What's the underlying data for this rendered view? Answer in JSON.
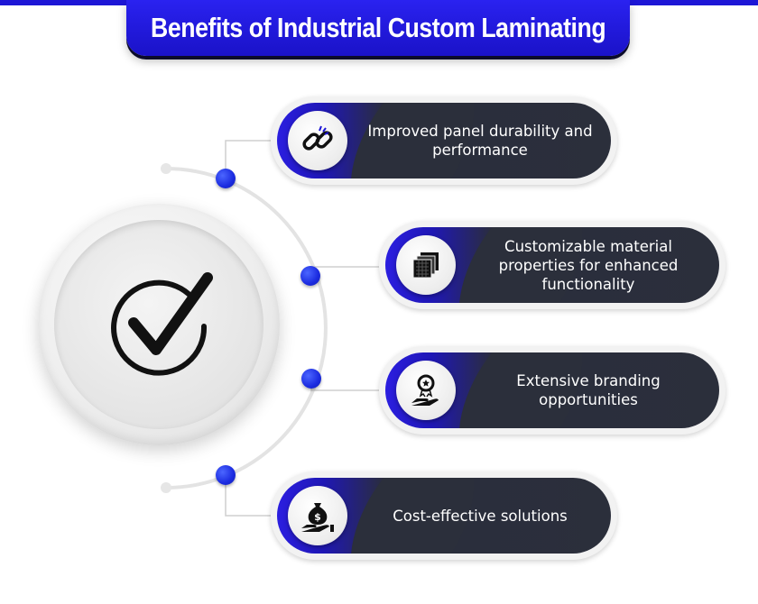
{
  "title": "Benefits of Industrial Custom Laminating",
  "hub": {
    "icon": "checkmark-circle-icon"
  },
  "benefits": [
    {
      "label": "Improved panel durability and performance",
      "icon": "chain-link-icon"
    },
    {
      "label": "Customizable material properties for enhanced functionality",
      "icon": "material-layers-icon"
    },
    {
      "label": "Extensive branding opportunities",
      "icon": "award-hand-icon"
    },
    {
      "label": "Cost-effective solutions",
      "icon": "money-bag-hand-icon"
    }
  ],
  "colors": {
    "accent_blue": "#1d16d6",
    "card_dark": "#2b2f3b",
    "node_blue": "#1b2be0"
  }
}
